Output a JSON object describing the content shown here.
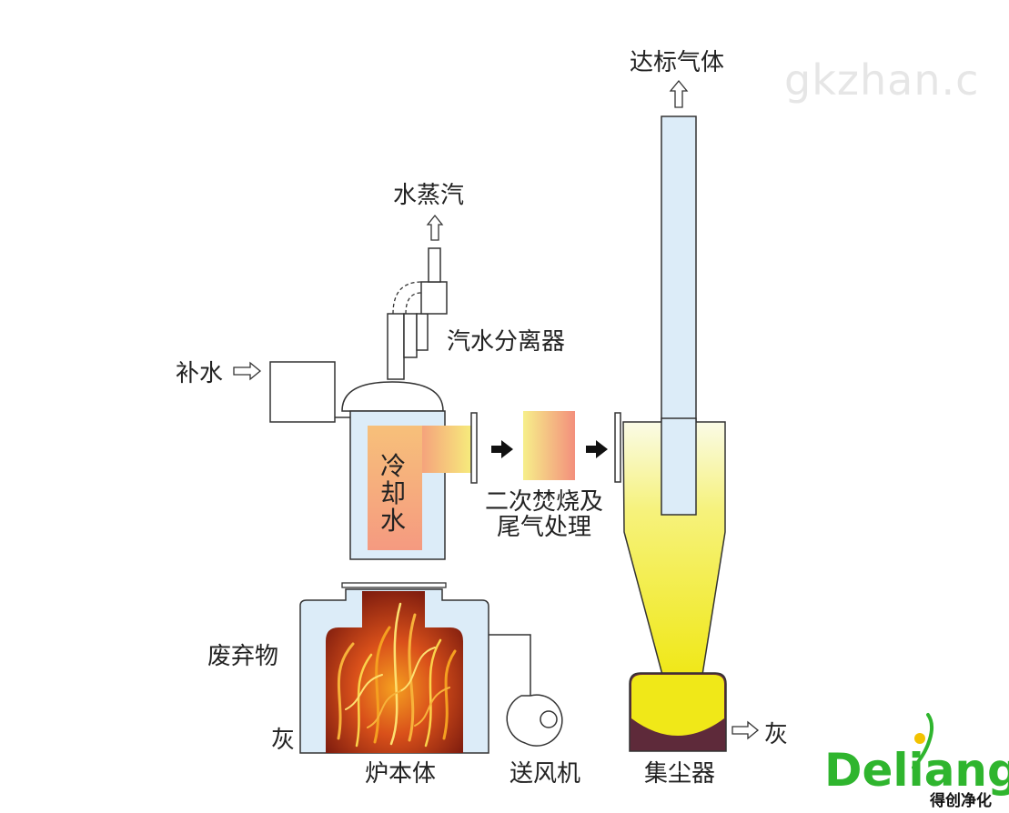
{
  "watermark": "gkzhan.c",
  "labels": {
    "exhaust_gas": "达标气体",
    "steam": "水蒸汽",
    "separator": "汽水分离器",
    "makeup_water": "补水",
    "cooling_water": "冷却水",
    "secondary_treatment_line1": "二次焚烧及",
    "secondary_treatment_line2": "尾气处理",
    "waste": "废弃物",
    "ash_left": "灰",
    "furnace_body": "炉本体",
    "blower": "送风机",
    "dust_collector": "集尘器",
    "ash_right": "灰"
  },
  "logo": {
    "main": "Deliang",
    "sub": "得创净化"
  },
  "colors": {
    "water_fill": "#dcecf8",
    "outline": "#333333",
    "gas_yellow": "#f2ea1e",
    "heat_orange": "#f5a07a",
    "ash_purple": "#5e2a3a",
    "logo_green": "#2fb52e",
    "fire_red": "#c8321a"
  }
}
